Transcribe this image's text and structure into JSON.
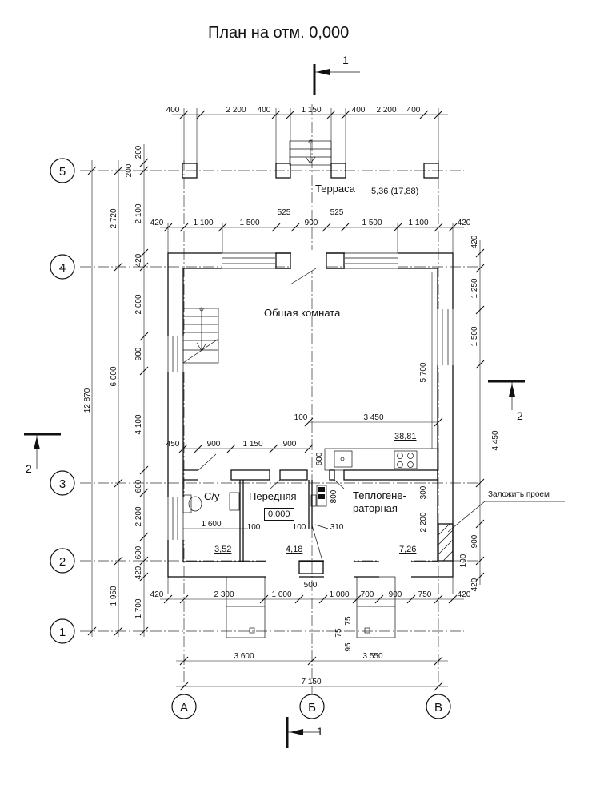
{
  "title": "План на отм. 0,000",
  "section_marks": {
    "s1": "1",
    "s2": "2"
  },
  "axes_rows": [
    "1",
    "2",
    "3",
    "4",
    "5"
  ],
  "axes_cols": [
    "А",
    "Б",
    "В"
  ],
  "rooms": {
    "terrace": {
      "name": "Терраса",
      "area": "5,36 (17,88)"
    },
    "common": {
      "name": "Общая комната",
      "area": "38,81"
    },
    "wc": {
      "name": "С/у",
      "area": "3,52"
    },
    "hall": {
      "name": "Передняя",
      "area": "4,18",
      "level": "0,000"
    },
    "heat": {
      "name": "Теплогене-\nраторная",
      "area": "7,26"
    }
  },
  "note": "Заложить проем",
  "dims": {
    "top_row1": [
      "400",
      "2 200",
      "400",
      "1 150",
      "400",
      "2 200",
      "400"
    ],
    "top_row2": [
      "420",
      "1 100",
      "1 500",
      "525",
      "900",
      "525",
      "1 500",
      "1 100",
      "420"
    ],
    "left_outer": [
      "12 870"
    ],
    "left_mid": [
      "2 720",
      "6 000",
      "1 950"
    ],
    "left_inner": [
      "200",
      "200",
      "2 100",
      "420",
      "2 000",
      "900",
      "4 100",
      "600",
      "2 200",
      "600",
      "420",
      "1 700"
    ],
    "right_outer": [
      "4 450"
    ],
    "right_inner": [
      "420",
      "1 250",
      "1 500",
      "5 700",
      "300",
      "2 200",
      "900",
      "100",
      "420"
    ],
    "inner_h": [
      "100",
      "3 450",
      "450",
      "900",
      "1 150",
      "900",
      "1 600",
      "100",
      "100",
      "310",
      "800",
      "600",
      "75",
      "75",
      "95"
    ],
    "bottom_row1": [
      "420",
      "2 300",
      "1 000",
      "500",
      "1 000",
      "700",
      "900",
      "750",
      "420"
    ],
    "bottom_row2": [
      "3 600",
      "3 550"
    ],
    "bottom_total": [
      "7 150"
    ]
  }
}
